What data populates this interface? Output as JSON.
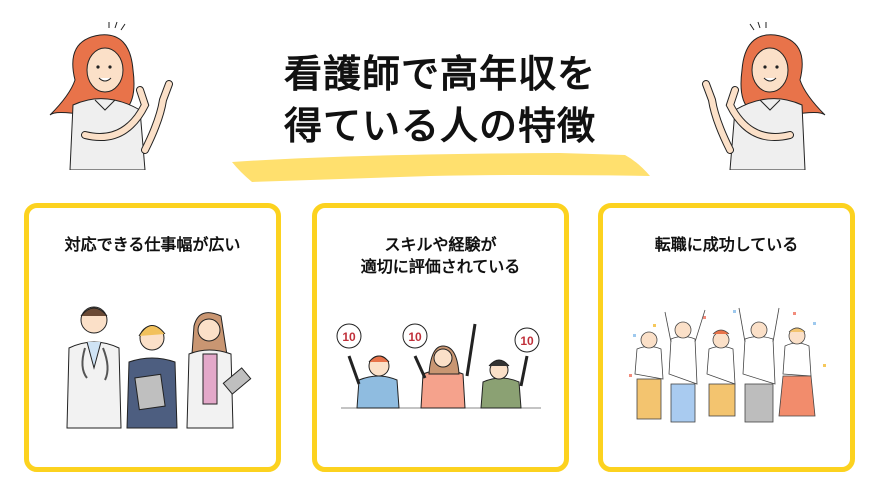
{
  "header": {
    "title_lines": [
      "看護師で高年収を",
      "得ている人の特徴"
    ],
    "underline_color": "#FFE06E",
    "decorations": [
      "nurse-pointing-right-illustration",
      "nurse-pointing-left-illustration"
    ]
  },
  "cards": [
    {
      "heading_lines": [
        "対応できる仕事幅が広い"
      ],
      "illustration": "medical-staff-group-illustration"
    },
    {
      "heading_lines": [
        "スキルや経験が",
        "適切に評価されている"
      ],
      "illustration": "judges-score-10-illustration",
      "score_label": "10"
    },
    {
      "heading_lines": [
        "転職に成功している"
      ],
      "illustration": "celebrating-people-illustration"
    }
  ],
  "colors": {
    "accent_yellow": "#FCD21F",
    "text": "#111111",
    "hair": "#E8734A"
  }
}
